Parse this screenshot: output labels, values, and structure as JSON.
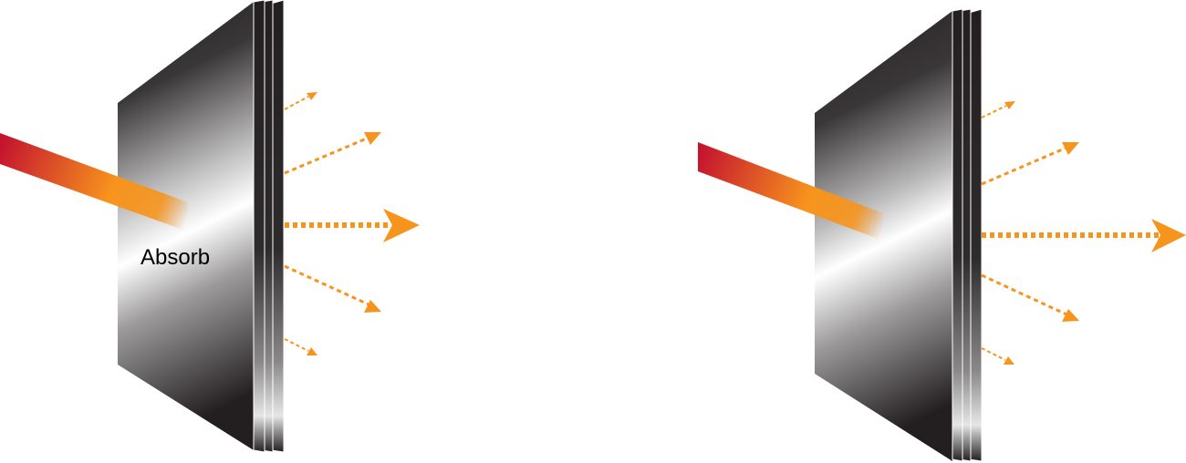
{
  "labels": {
    "absorb": "Absorb"
  },
  "colors": {
    "beam_start": "#c4132f",
    "beam_end": "#f7941d",
    "arrow": "#f7941d",
    "panel_dark": "#231f20",
    "panel_light": "#ffffff",
    "background": "#ffffff"
  },
  "panels": [
    {
      "name": "left-panel-assembly",
      "label": "Absorb",
      "arrows": [
        {
          "name": "arrow-top-small",
          "weight": "thin"
        },
        {
          "name": "arrow-upper",
          "weight": "medium"
        },
        {
          "name": "arrow-center",
          "weight": "thick"
        },
        {
          "name": "arrow-lower",
          "weight": "medium"
        },
        {
          "name": "arrow-bottom-small",
          "weight": "thin"
        }
      ]
    },
    {
      "name": "right-panel-assembly",
      "arrows": [
        {
          "name": "arrow-top-small",
          "weight": "thin"
        },
        {
          "name": "arrow-upper",
          "weight": "medium"
        },
        {
          "name": "arrow-center",
          "weight": "thick"
        },
        {
          "name": "arrow-lower",
          "weight": "medium"
        },
        {
          "name": "arrow-bottom-small",
          "weight": "thin"
        }
      ]
    }
  ]
}
